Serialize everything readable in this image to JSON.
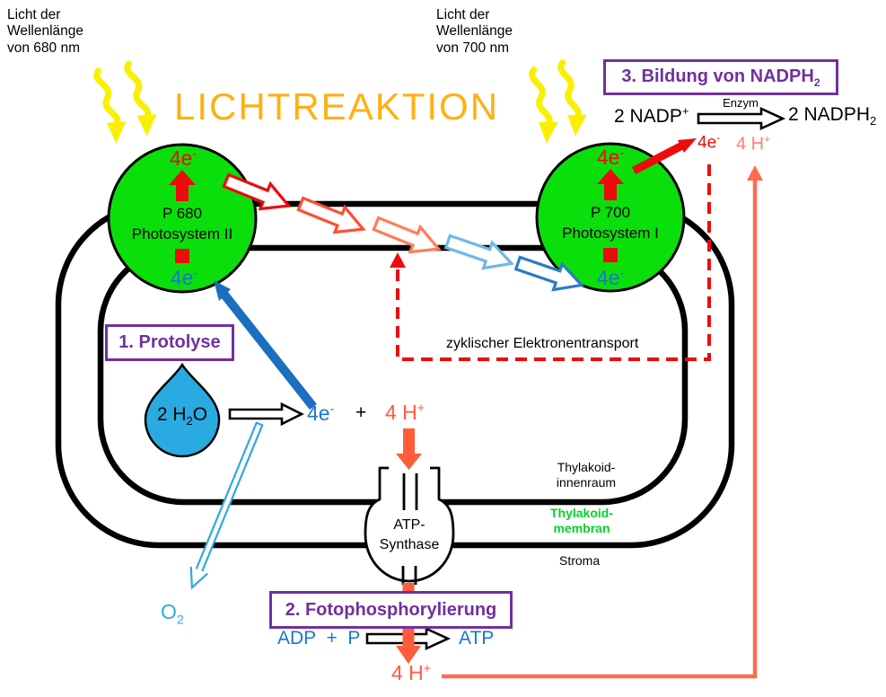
{
  "title": "LICHTREAKTION",
  "light_labels": {
    "left": {
      "l1": "Licht der",
      "l2": "Wellenlänge",
      "l3": "von 680 nm"
    },
    "right": {
      "l1": "Licht der",
      "l2": "Wellenlänge",
      "l3": "von 700 nm"
    }
  },
  "steps": {
    "protolyse": "1. Protolyse",
    "fotophosphorylierung": "2. Fotophosphorylierung",
    "bildung_base": "3. Bildung von NADPH",
    "bildung_sub": "2"
  },
  "photosystem2": {
    "name": "P 680",
    "system": "Photosystem II"
  },
  "photosystem1": {
    "name": "P 700",
    "system": "Photosystem I"
  },
  "particles": {
    "four_e_base": "4e",
    "four_e_sup": "-",
    "four_h_base": "4 H",
    "four_h_sup": "+",
    "plus": "+"
  },
  "nadp": {
    "left_base": "2 NADP",
    "left_sup": "+",
    "enzym": "Enzym",
    "right_base": "2 NADPH",
    "right_sub": "2"
  },
  "water": {
    "base": "2 H",
    "sub": "2",
    "tail": "O"
  },
  "oxygen": {
    "base": "O",
    "sub": "2"
  },
  "atp": {
    "adp": "ADP  +  P",
    "atp": "ATP",
    "synthase_l1": "ATP-",
    "synthase_l2": "Synthase"
  },
  "membrane": {
    "innenraum_l1": "Thylakoid-",
    "innenraum_l2": "innenraum",
    "membran_l1": "Thylakoid-",
    "membran_l2": "membran",
    "stroma": "Stroma"
  },
  "cyclic": "zyklischer Elektronentransport",
  "colors": {
    "title_orange": "#FFB013",
    "photosystem_green": "#0BDF0B",
    "lightning_yellow": "#F8F000",
    "red": "#ED0B0B",
    "orange_red": "#FF5C3C",
    "salmon": "#FB8268",
    "electron_blue": "#1778C8",
    "water_cyan": "#29ABE2",
    "purple": "#7030A0",
    "membran_green": "#00D42A",
    "chain_colors": [
      "#ED0B0B",
      "#FF4F2E",
      "#FF7E57",
      "#6FB7E8",
      "#2B7BC5"
    ]
  }
}
